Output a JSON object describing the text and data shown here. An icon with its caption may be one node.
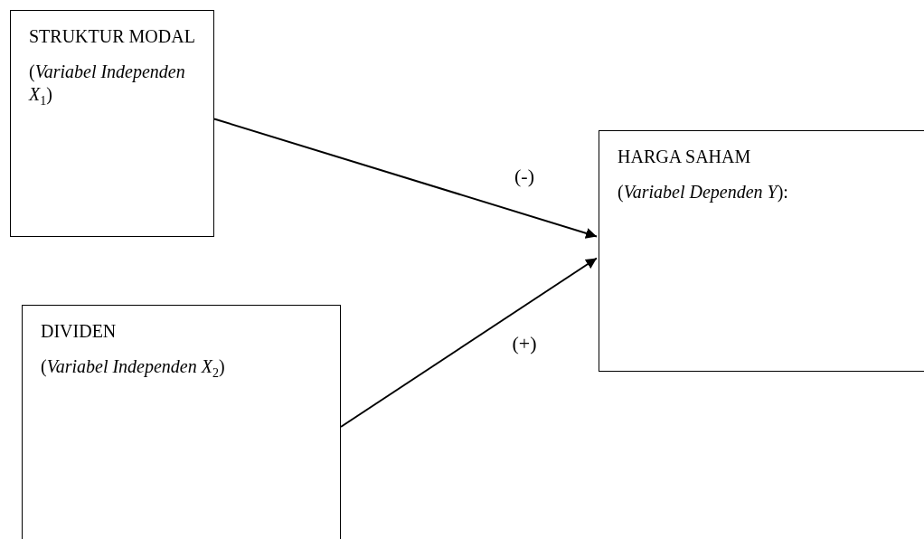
{
  "diagram": {
    "nodes": [
      {
        "text": [
          "STRUKTUR MODAL",
          "(*Variabel Independen X*$_{1}$)"
        ]
      },
      {
        "text": [
          "DIVIDEN",
          "(*Variabel Independen X*$_{2}$)"
        ]
      },
      {
        "text": [
          "HARGA SAHAM",
          "(*Variabel Dependen Y*):"
        ]
      }
    ],
    "edges": [
      {
        "from": 0,
        "to": 2,
        "arrow": "to",
        "label": "(-)"
      },
      {
        "from": 1,
        "to": 2,
        "arrow": "to",
        "label": "(+)"
      }
    ]
  }
}
